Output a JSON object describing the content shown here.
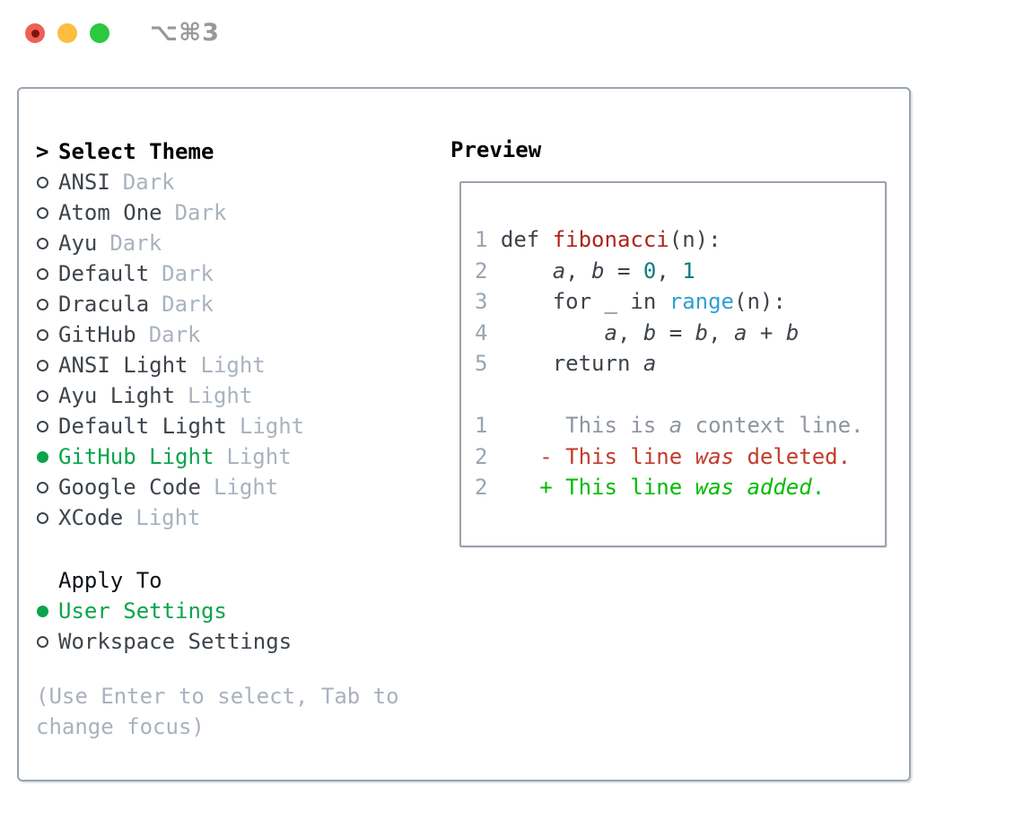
{
  "window": {
    "title": "⌥⌘3"
  },
  "titlebar": {
    "buttons": [
      "close",
      "minimize",
      "zoom"
    ]
  },
  "icons": {
    "selected_radio": "filled-circle",
    "unselected_radio": "circle-outline",
    "prompt": ">"
  },
  "colors": {
    "selection_green": "#0aa44c",
    "diff_added_green": "#00bc00",
    "diff_deleted_red": "#c43a2b",
    "function_red": "#ae2419",
    "literal_teal": "#0f7c80",
    "builtin_blue": "#2f9ed4",
    "muted_gray": "#a9b3bf",
    "border_gray": "#9aa3ae",
    "traffic_red": "#ee6056",
    "traffic_yellow": "#fcbd40",
    "traffic_green": "#2bc840"
  },
  "left": {
    "header": {
      "prompt": ">",
      "label": "Select Theme"
    },
    "themes": [
      {
        "name": "ANSI",
        "tag": "Dark",
        "selected": false
      },
      {
        "name": "Atom One",
        "tag": "Dark",
        "selected": false
      },
      {
        "name": "Ayu",
        "tag": "Dark",
        "selected": false
      },
      {
        "name": "Default",
        "tag": "Dark",
        "selected": false
      },
      {
        "name": "Dracula",
        "tag": "Dark",
        "selected": false
      },
      {
        "name": "GitHub",
        "tag": "Dark",
        "selected": false
      },
      {
        "name": "ANSI Light",
        "tag": "Light",
        "selected": false
      },
      {
        "name": "Ayu Light",
        "tag": "Light",
        "selected": false
      },
      {
        "name": "Default Light",
        "tag": "Light",
        "selected": false
      },
      {
        "name": "GitHub Light",
        "tag": "Light",
        "selected": true
      },
      {
        "name": "Google Code",
        "tag": "Light",
        "selected": false
      },
      {
        "name": "XCode",
        "tag": "Light",
        "selected": false
      }
    ],
    "apply_to": {
      "label": "Apply To",
      "options": [
        {
          "name": "User Settings",
          "selected": true
        },
        {
          "name": "Workspace Settings",
          "selected": false
        }
      ]
    },
    "hint": "(Use Enter to select, Tab to change focus)"
  },
  "preview": {
    "title": "Preview",
    "lines": [
      [
        [
          "num",
          "1 "
        ],
        [
          "code",
          "def "
        ],
        [
          "fn",
          "fibonacci"
        ],
        [
          "code",
          "(n):"
        ]
      ],
      [
        [
          "num",
          "2"
        ],
        [
          "code",
          "     "
        ],
        [
          "var",
          "a"
        ],
        [
          "code",
          ", "
        ],
        [
          "var",
          "b"
        ],
        [
          "code",
          " = "
        ],
        [
          "lit",
          "0"
        ],
        [
          "code",
          ", "
        ],
        [
          "lit",
          "1"
        ]
      ],
      [
        [
          "num",
          "3"
        ],
        [
          "code",
          "     for _ in "
        ],
        [
          "call",
          "range"
        ],
        [
          "code",
          "(n):"
        ]
      ],
      [
        [
          "num",
          "4"
        ],
        [
          "code",
          "         "
        ],
        [
          "var",
          "a"
        ],
        [
          "code",
          ", "
        ],
        [
          "var",
          "b"
        ],
        [
          "code",
          " = "
        ],
        [
          "var",
          "b"
        ],
        [
          "code",
          ", "
        ],
        [
          "var",
          "a"
        ],
        [
          "code",
          " + "
        ],
        [
          "var",
          "b"
        ]
      ],
      [
        [
          "num",
          "5"
        ],
        [
          "code",
          "     return "
        ],
        [
          "var",
          "a"
        ]
      ],
      [],
      [
        [
          "num",
          "1"
        ],
        [
          "ctx",
          "      This is "
        ],
        [
          "ctxi",
          "a"
        ],
        [
          "ctx",
          " context line."
        ]
      ],
      [
        [
          "num",
          "2"
        ],
        [
          "del",
          "    - This line "
        ],
        [
          "deli",
          "was"
        ],
        [
          "del",
          " deleted."
        ]
      ],
      [
        [
          "num",
          "2"
        ],
        [
          "add",
          "    + This line "
        ],
        [
          "addi",
          "was"
        ],
        [
          "add",
          " "
        ],
        [
          "addi",
          "added"
        ],
        [
          "add",
          "."
        ]
      ]
    ]
  }
}
